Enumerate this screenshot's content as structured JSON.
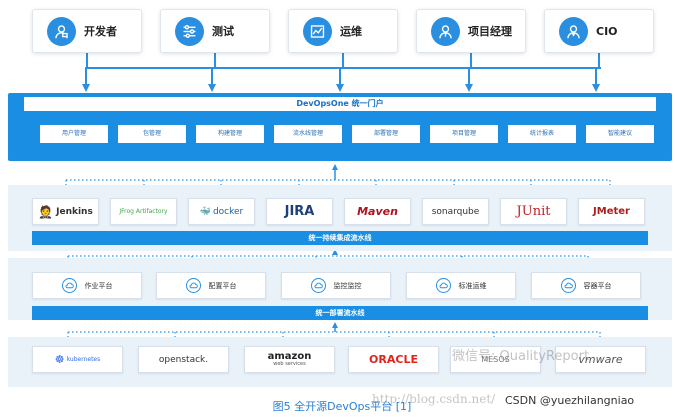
{
  "roles": [
    {
      "label": "开发者",
      "icon": "developer-icon"
    },
    {
      "label": "测试",
      "icon": "test-sliders-icon"
    },
    {
      "label": "运维",
      "icon": "ops-monitor-icon"
    },
    {
      "label": "项目经理",
      "icon": "project-manager-icon"
    },
    {
      "label": "CIO",
      "icon": "cio-icon"
    }
  ],
  "portal": {
    "title": "DevOpsOne 统一门户",
    "items": [
      "用户管理",
      "包管理",
      "构建管理",
      "流水线管理",
      "部署管理",
      "项目管理",
      "统计报表",
      "智能建议"
    ]
  },
  "tools": {
    "items": [
      {
        "label": "Jenkins",
        "color": "#333333"
      },
      {
        "label": "JFrog Artifactory",
        "color": "#41a548"
      },
      {
        "label": "docker",
        "color": "#1d63a6"
      },
      {
        "label": "JIRA",
        "color": "#1f3f7a"
      },
      {
        "label": "Maven",
        "color": "#b0111d"
      },
      {
        "label": "sonarqube",
        "color": "#333333"
      },
      {
        "label": "JUnit",
        "color": "#c21e24"
      },
      {
        "label": "JMeter",
        "color": "#b01c1c"
      }
    ],
    "bar_label": "统一持续集成流水线"
  },
  "platforms": {
    "items": [
      "作业平台",
      "配置平台",
      "监控监控",
      "标准运维",
      "容器平台"
    ],
    "bar_label": "统一部署流水线"
  },
  "infra": {
    "items": [
      {
        "label": "kubernetes",
        "color": "#326ce5"
      },
      {
        "label": "openstack.",
        "color": "#333333"
      },
      {
        "label": "amazon",
        "sublabel": "web services",
        "color": "#222222"
      },
      {
        "label": "ORACLE",
        "color": "#e2231a"
      },
      {
        "label": "MESOS",
        "color": "#7a7a7a"
      },
      {
        "label": "vmware",
        "color": "#555555"
      }
    ]
  },
  "watermark": "微信号: QualityReport",
  "watermark_blog": "http://blog.csdn.net/",
  "csdn_credit": "CSDN @yuezhilangniao",
  "caption": "图5 全开源DevOps平台 [1]",
  "accent": "#1a8ee3"
}
